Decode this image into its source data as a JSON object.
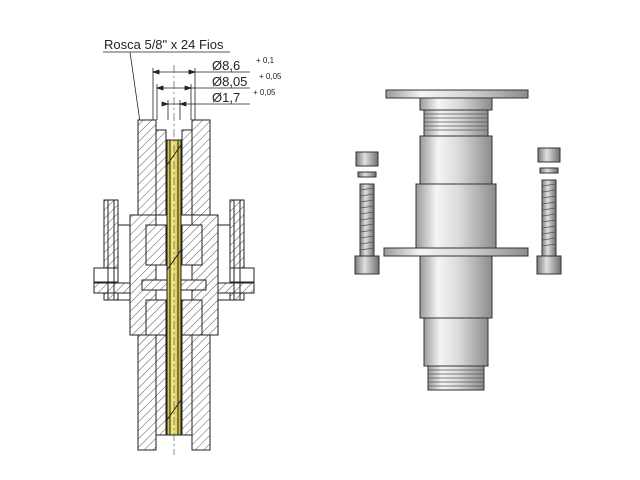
{
  "annotations": {
    "thread": "Rosca 5/8\" x 24 Fios",
    "dim1": {
      "value": "Ø8,6",
      "tolerance": "+ 0,1"
    },
    "dim2": {
      "value": "Ø8,05",
      "tolerance": "+ 0,05"
    },
    "dim3": {
      "value": "Ø1,7",
      "tolerance": "+ 0,05"
    }
  },
  "colors": {
    "line": "#222222",
    "hatch": "#555555",
    "pin": "#e8dc6a",
    "metal_light": "#f2f2f2",
    "metal_mid": "#c8c8c8",
    "metal_dark": "#8a8a8a"
  }
}
